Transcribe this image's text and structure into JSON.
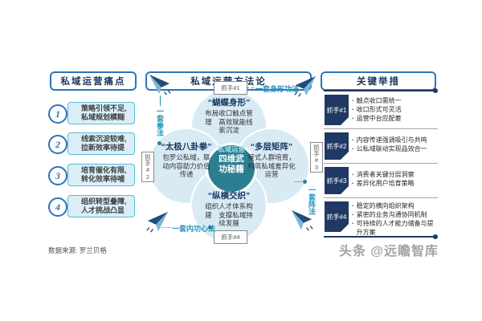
{
  "colors": {
    "accent_blue": "#2e74b5",
    "navy": "#1f3864",
    "teal_core": "#2c7f93",
    "cyan_accent": "#2493ba",
    "petal_blue": "#d8eaf4",
    "pain_box_fill": "#daeef7",
    "pain_box_border": "#56bcd8"
  },
  "left_panel": {
    "title": "私域运营痛点",
    "items": [
      {
        "num": "1",
        "line1": "策略引领不足,",
        "line2": "私域规划模糊"
      },
      {
        "num": "2",
        "line1": "线索沉淀较难,",
        "line2": "拉新效率待提"
      },
      {
        "num": "3",
        "line1": "培育催化有限,",
        "line2": "转化效率待哺"
      },
      {
        "num": "4",
        "line1": "组织转型叠障,",
        "line2": "人才挑战凸显"
      }
    ]
  },
  "center_panel": {
    "title": "私域运营方法论",
    "core": {
      "line1": "私域运营",
      "line2": "四维武",
      "line3": "功秘籍"
    },
    "petals": {
      "top": {
        "tag": "抓手#1",
        "title": "“蝴蝶身形”",
        "body": "布局收口触点管理　高效赋能线索沉淀"
      },
      "left": {
        "tag": "抓手#2",
        "title": "“太极八卦拳”",
        "body": "包罗公私域，联动内容助力价值传递"
      },
      "right": {
        "tag": "抓手#3",
        "title": "“多层矩阵”",
        "body": "模式人群培育，构筑私域差异化运营"
      },
      "bottom": {
        "tag": "抓手#4",
        "title": "“纵横交织”",
        "body": "组织人才体系构建　支撑私域持续发展"
      }
    },
    "annotations": {
      "top_right": "一套身形功法",
      "left": "一套拳法",
      "bottom_left": "一套内功心法",
      "right": "一套阵法"
    }
  },
  "right_panel": {
    "title": "关键举措",
    "groups": [
      {
        "label": "抓手#1",
        "bullets": [
          "触点收口需统一",
          "收口形式可灵活",
          "运营中台应配套"
        ]
      },
      {
        "label": "抓手#2",
        "bullets": [
          "内容传递强调吸引与共鸣",
          "公私域联动实现品效合一"
        ]
      },
      {
        "label": "抓手#3",
        "bullets": [
          "消费者关键分层洞察",
          "差异化用户培育策略"
        ]
      },
      {
        "label": "抓手#4",
        "bullets": [
          "稳定的横向组织架构",
          "紧密的业务沟通协同机制",
          "可持续的人才能力储备与提升方案"
        ]
      }
    ]
  },
  "footer": {
    "source_note": "数据来源: 罗兰贝格",
    "watermark": "头条 @远瞻智库"
  },
  "icons": {
    "paper_plane": "paper-plane-icon",
    "connector_dot": "connector-dot"
  }
}
